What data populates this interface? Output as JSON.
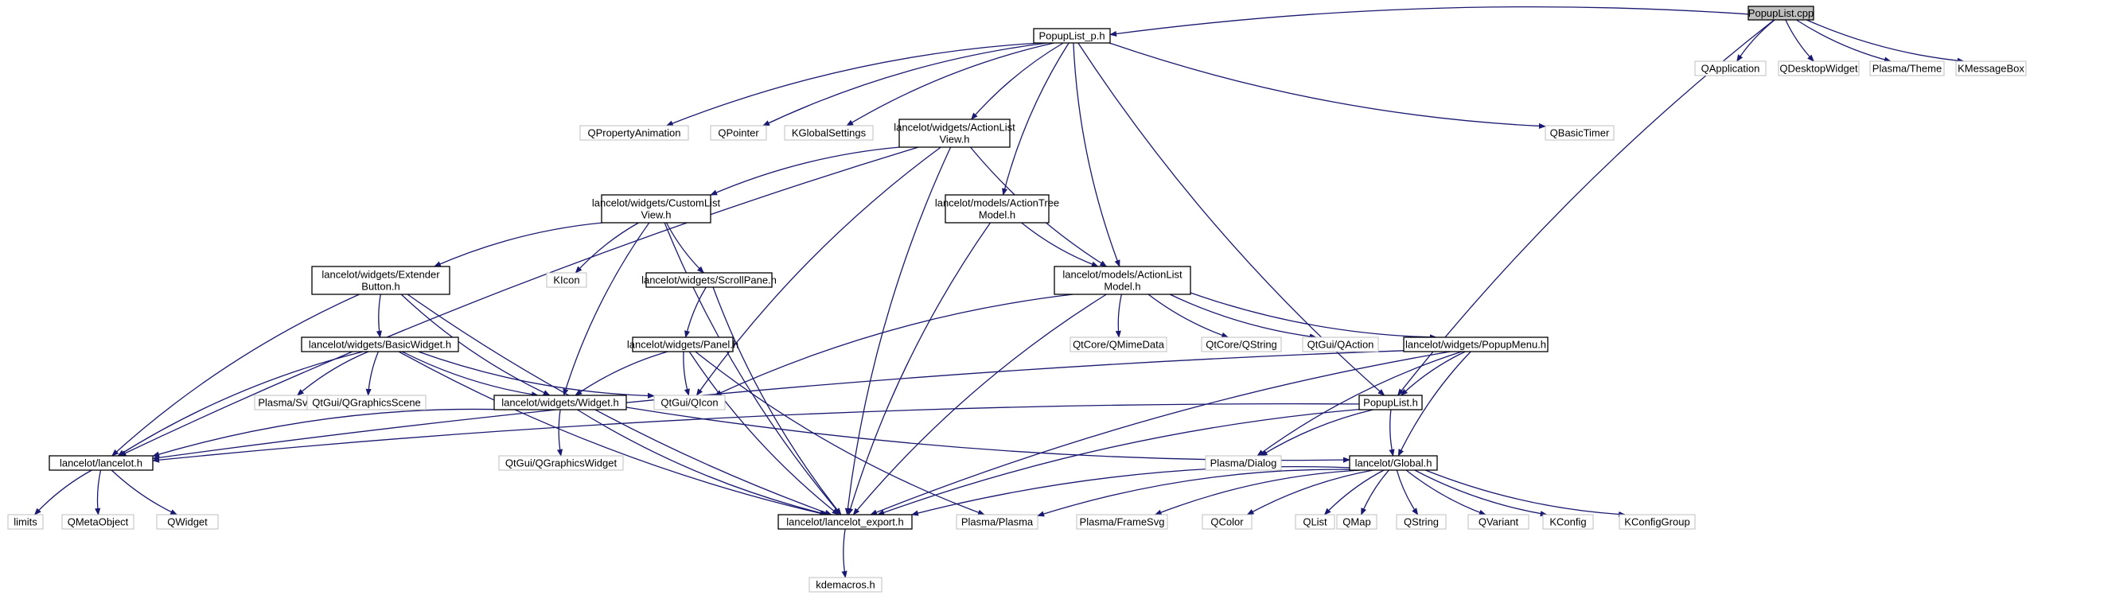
{
  "graph": {
    "title": "",
    "colors": {
      "edge": "#191970",
      "root_fill": "#bfbfbf",
      "internal_border": "#000000",
      "external_border": "#bfbfbf"
    },
    "nodes": [
      {
        "id": "popuplist_cpp",
        "lines": [
          "PopupList.cpp"
        ],
        "kind": "root"
      },
      {
        "id": "popuplist_p_h",
        "lines": [
          "PopupList_p.h"
        ],
        "kind": "internal"
      },
      {
        "id": "qapplication",
        "lines": [
          "QApplication"
        ],
        "kind": "external"
      },
      {
        "id": "qdesktopwidget",
        "lines": [
          "QDesktopWidget"
        ],
        "kind": "external"
      },
      {
        "id": "plasma_theme",
        "lines": [
          "Plasma/Theme"
        ],
        "kind": "external"
      },
      {
        "id": "kmessagebox",
        "lines": [
          "KMessageBox"
        ],
        "kind": "external"
      },
      {
        "id": "qpropertyanimation",
        "lines": [
          "QPropertyAnimation"
        ],
        "kind": "external"
      },
      {
        "id": "qpointer",
        "lines": [
          "QPointer"
        ],
        "kind": "external"
      },
      {
        "id": "kglobalsettings",
        "lines": [
          "KGlobalSettings"
        ],
        "kind": "external"
      },
      {
        "id": "actionlistview_h",
        "lines": [
          "lancelot/widgets/ActionList",
          "View.h"
        ],
        "kind": "internal"
      },
      {
        "id": "qbasictimer",
        "lines": [
          "QBasicTimer"
        ],
        "kind": "external"
      },
      {
        "id": "customlistview_h",
        "lines": [
          "lancelot/widgets/CustomList",
          "View.h"
        ],
        "kind": "internal"
      },
      {
        "id": "actiontreemodel_h",
        "lines": [
          "lancelot/models/ActionTree",
          "Model.h"
        ],
        "kind": "internal"
      },
      {
        "id": "extenderbutton_h",
        "lines": [
          "lancelot/widgets/Extender",
          "Button.h"
        ],
        "kind": "internal"
      },
      {
        "id": "kicon",
        "lines": [
          "KIcon"
        ],
        "kind": "external"
      },
      {
        "id": "scrollpane_h",
        "lines": [
          "lancelot/widgets/ScrollPane.h"
        ],
        "kind": "internal"
      },
      {
        "id": "actionlistmodel_h",
        "lines": [
          "lancelot/models/ActionList",
          "Model.h"
        ],
        "kind": "internal"
      },
      {
        "id": "basicwidget_h",
        "lines": [
          "lancelot/widgets/BasicWidget.h"
        ],
        "kind": "internal"
      },
      {
        "id": "panel_h",
        "lines": [
          "lancelot/widgets/Panel.h"
        ],
        "kind": "internal"
      },
      {
        "id": "qtcore_qmimedata",
        "lines": [
          "QtCore/QMimeData"
        ],
        "kind": "external"
      },
      {
        "id": "qtcore_qstring",
        "lines": [
          "QtCore/QString"
        ],
        "kind": "external"
      },
      {
        "id": "qtgui_qaction",
        "lines": [
          "QtGui/QAction"
        ],
        "kind": "external"
      },
      {
        "id": "popupmenu_h",
        "lines": [
          "lancelot/widgets/PopupMenu.h"
        ],
        "kind": "internal"
      },
      {
        "id": "plasma_svg",
        "lines": [
          "Plasma/Svg"
        ],
        "kind": "external"
      },
      {
        "id": "qtgui_qgraphicsscene",
        "lines": [
          "QtGui/QGraphicsScene"
        ],
        "kind": "external"
      },
      {
        "id": "widget_h",
        "lines": [
          "lancelot/widgets/Widget.h"
        ],
        "kind": "internal"
      },
      {
        "id": "qtgui_qicon",
        "lines": [
          "QtGui/QIcon"
        ],
        "kind": "external"
      },
      {
        "id": "popuplist_h",
        "lines": [
          "PopupList.h"
        ],
        "kind": "internal"
      },
      {
        "id": "lancelot_h",
        "lines": [
          "lancelot/lancelot.h"
        ],
        "kind": "internal"
      },
      {
        "id": "qtgui_qgraphicswidget",
        "lines": [
          "QtGui/QGraphicsWidget"
        ],
        "kind": "external"
      },
      {
        "id": "plasma_dialog",
        "lines": [
          "Plasma/Dialog"
        ],
        "kind": "external"
      },
      {
        "id": "global_h",
        "lines": [
          "lancelot/Global.h"
        ],
        "kind": "internal"
      },
      {
        "id": "limits",
        "lines": [
          "limits"
        ],
        "kind": "external"
      },
      {
        "id": "qmetaobject",
        "lines": [
          "QMetaObject"
        ],
        "kind": "external"
      },
      {
        "id": "qwidget",
        "lines": [
          "QWidget"
        ],
        "kind": "external"
      },
      {
        "id": "lancelot_export_h",
        "lines": [
          "lancelot/lancelot_export.h"
        ],
        "kind": "internal"
      },
      {
        "id": "plasma_plasma",
        "lines": [
          "Plasma/Plasma"
        ],
        "kind": "external"
      },
      {
        "id": "plasma_framesvg",
        "lines": [
          "Plasma/FrameSvg"
        ],
        "kind": "external"
      },
      {
        "id": "qcolor",
        "lines": [
          "QColor"
        ],
        "kind": "external"
      },
      {
        "id": "qlist",
        "lines": [
          "QList"
        ],
        "kind": "external"
      },
      {
        "id": "qmap",
        "lines": [
          "QMap"
        ],
        "kind": "external"
      },
      {
        "id": "qstring",
        "lines": [
          "QString"
        ],
        "kind": "external"
      },
      {
        "id": "qvariant",
        "lines": [
          "QVariant"
        ],
        "kind": "external"
      },
      {
        "id": "kconfig",
        "lines": [
          "KConfig"
        ],
        "kind": "external"
      },
      {
        "id": "kconfiggroup",
        "lines": [
          "KConfigGroup"
        ],
        "kind": "external"
      },
      {
        "id": "kdemacros_h",
        "lines": [
          "kdemacros.h"
        ],
        "kind": "external"
      }
    ],
    "edges": [
      [
        "popuplist_cpp",
        "popuplist_p_h"
      ],
      [
        "popuplist_cpp",
        "qapplication"
      ],
      [
        "popuplist_cpp",
        "qdesktopwidget"
      ],
      [
        "popuplist_cpp",
        "plasma_theme"
      ],
      [
        "popuplist_cpp",
        "kmessagebox"
      ],
      [
        "popuplist_cpp",
        "popuplist_h"
      ],
      [
        "popuplist_p_h",
        "qpropertyanimation"
      ],
      [
        "popuplist_p_h",
        "qpointer"
      ],
      [
        "popuplist_p_h",
        "kglobalsettings"
      ],
      [
        "popuplist_p_h",
        "actionlistview_h"
      ],
      [
        "popuplist_p_h",
        "qbasictimer"
      ],
      [
        "popuplist_p_h",
        "actiontreemodel_h"
      ],
      [
        "popuplist_p_h",
        "actionlistmodel_h"
      ],
      [
        "popuplist_p_h",
        "popuplist_h"
      ],
      [
        "actionlistview_h",
        "lancelot_h"
      ],
      [
        "actionlistview_h",
        "customlistview_h"
      ],
      [
        "actionlistview_h",
        "qtgui_qicon"
      ],
      [
        "actionlistview_h",
        "lancelot_export_h"
      ],
      [
        "actionlistview_h",
        "actionlistmodel_h"
      ],
      [
        "customlistview_h",
        "extenderbutton_h"
      ],
      [
        "customlistview_h",
        "kicon"
      ],
      [
        "customlistview_h",
        "scrollpane_h"
      ],
      [
        "customlistview_h",
        "widget_h"
      ],
      [
        "customlistview_h",
        "lancelot_export_h"
      ],
      [
        "actiontreemodel_h",
        "actionlistmodel_h"
      ],
      [
        "actiontreemodel_h",
        "lancelot_export_h"
      ],
      [
        "extenderbutton_h",
        "basicwidget_h"
      ],
      [
        "extenderbutton_h",
        "lancelot_h"
      ],
      [
        "extenderbutton_h",
        "widget_h"
      ],
      [
        "extenderbutton_h",
        "lancelot_export_h"
      ],
      [
        "scrollpane_h",
        "panel_h"
      ],
      [
        "scrollpane_h",
        "lancelot_export_h"
      ],
      [
        "actionlistmodel_h",
        "qtcore_qmimedata"
      ],
      [
        "actionlistmodel_h",
        "qtcore_qstring"
      ],
      [
        "actionlistmodel_h",
        "qtgui_qaction"
      ],
      [
        "actionlistmodel_h",
        "popupmenu_h"
      ],
      [
        "actionlistmodel_h",
        "qtgui_qicon"
      ],
      [
        "actionlistmodel_h",
        "lancelot_export_h"
      ],
      [
        "basicwidget_h",
        "plasma_svg"
      ],
      [
        "basicwidget_h",
        "qtgui_qgraphicsscene"
      ],
      [
        "basicwidget_h",
        "widget_h"
      ],
      [
        "basicwidget_h",
        "qtgui_qicon"
      ],
      [
        "basicwidget_h",
        "lancelot_h"
      ],
      [
        "basicwidget_h",
        "lancelot_export_h"
      ],
      [
        "panel_h",
        "widget_h"
      ],
      [
        "panel_h",
        "qtgui_qicon"
      ],
      [
        "panel_h",
        "lancelot_export_h"
      ],
      [
        "panel_h",
        "plasma_plasma"
      ],
      [
        "popupmenu_h",
        "lancelot_h"
      ],
      [
        "popupmenu_h",
        "popuplist_h"
      ],
      [
        "popupmenu_h",
        "plasma_dialog"
      ],
      [
        "popupmenu_h",
        "global_h"
      ],
      [
        "popupmenu_h",
        "lancelot_export_h"
      ],
      [
        "widget_h",
        "qtgui_qgraphicswidget"
      ],
      [
        "widget_h",
        "lancelot_h"
      ],
      [
        "widget_h",
        "global_h"
      ],
      [
        "widget_h",
        "lancelot_export_h"
      ],
      [
        "popuplist_h",
        "lancelot_h"
      ],
      [
        "popuplist_h",
        "plasma_dialog"
      ],
      [
        "popuplist_h",
        "global_h"
      ],
      [
        "popuplist_h",
        "lancelot_export_h"
      ],
      [
        "lancelot_h",
        "limits"
      ],
      [
        "lancelot_h",
        "qmetaobject"
      ],
      [
        "lancelot_h",
        "qwidget"
      ],
      [
        "global_h",
        "lancelot_export_h"
      ],
      [
        "global_h",
        "plasma_plasma"
      ],
      [
        "global_h",
        "plasma_framesvg"
      ],
      [
        "global_h",
        "qcolor"
      ],
      [
        "global_h",
        "qlist"
      ],
      [
        "global_h",
        "qmap"
      ],
      [
        "global_h",
        "qstring"
      ],
      [
        "global_h",
        "qvariant"
      ],
      [
        "global_h",
        "kconfig"
      ],
      [
        "global_h",
        "kconfiggroup"
      ],
      [
        "lancelot_export_h",
        "kdemacros_h"
      ]
    ]
  }
}
